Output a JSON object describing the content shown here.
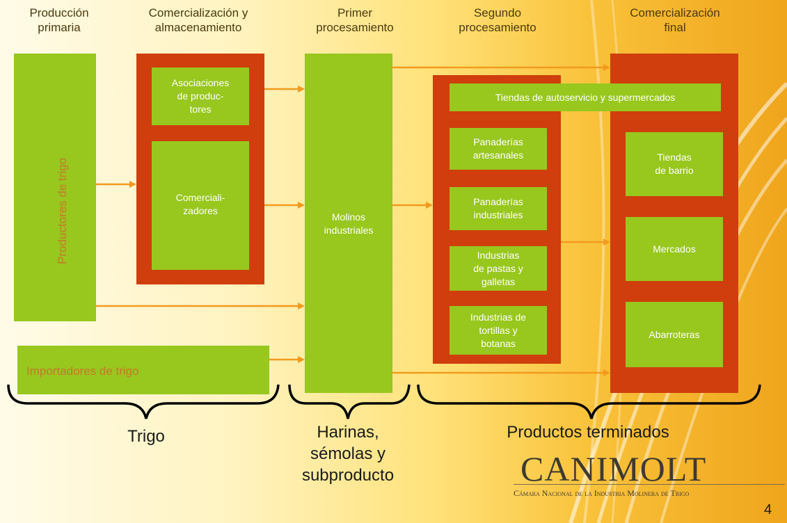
{
  "colors": {
    "box_green": "#98c71e",
    "box_red": "#cf3e0c",
    "arrow": "#f29a1e"
  },
  "headers": [
    "Producción\nprimaria",
    "Comercialización y\nalmacenamiento",
    "Primer\nprocesamiento",
    "Segundo\nprocesamiento",
    "Comercialización\nfinal"
  ],
  "boxes": {
    "productores": "Productores de trigo",
    "importadores": "Importadores de trigo",
    "asociaciones": "Asociaciones\nde produc-\ntores",
    "comercializadores": "Comerciali-\nzadores",
    "molinos": "Molinos\nindustriales",
    "tiendas_autoservicio": "Tiendas de autoservicio y supermercados",
    "panaderias_artesanales": "Panaderías\nartesanales",
    "panaderias_industriales": "Panaderías\nindustriales",
    "industrias_pastas": "Industrias\nde pastas y\ngalletas",
    "industrias_tortillas": "Industrias de\ntortillas y\nbotanas",
    "tiendas_barrio": "Tiendas\nde barrio",
    "mercados": "Mercados",
    "abarroteras": "Abarroteras"
  },
  "groups": {
    "trigo": "Trigo",
    "harinas": "Harinas,\nsémolas y\nsubproducto",
    "productos": "Productos terminados"
  },
  "logo": {
    "name": "CANIMOLT",
    "subtitle": "Cámara Nacional de la Industria Molinera de Trigo"
  },
  "page_number": "4"
}
